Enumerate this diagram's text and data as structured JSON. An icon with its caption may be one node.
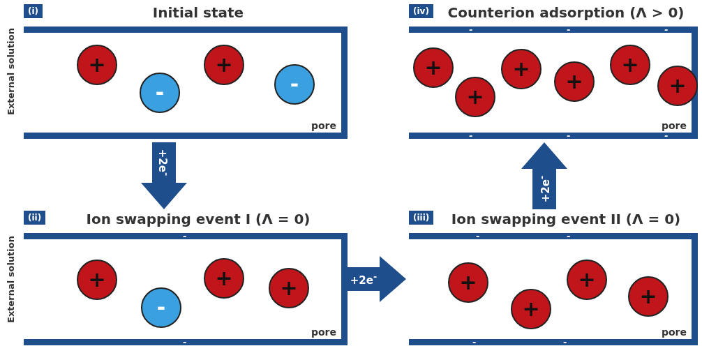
{
  "diagram": {
    "nodes": [
      {
        "text": [
          "(i)",
          "Initial state",
          "pore"
        ]
      },
      {
        "text": [
          "+"
        ],
        "in": 0
      },
      {
        "text": [
          "-"
        ],
        "in": 0
      },
      {
        "text": [
          "+"
        ],
        "in": 0
      },
      {
        "text": [
          "-"
        ],
        "in": 0
      },
      {
        "text": [
          "(ii)",
          "Ion swapping event I (Λ = 0)",
          "pore"
        ]
      },
      {
        "text": [
          "+"
        ],
        "in": 5
      },
      {
        "text": [
          "-"
        ],
        "in": 5
      },
      {
        "text": [
          "+"
        ],
        "in": 5
      },
      {
        "text": [
          "+"
        ],
        "in": 5
      },
      {
        "text": [
          "(iii)",
          "Ion swapping event II (Λ = 0)",
          "pore"
        ]
      },
      {
        "text": [
          "+"
        ],
        "in": 10
      },
      {
        "text": [
          "+"
        ],
        "in": 10
      },
      {
        "text": [
          "+"
        ],
        "in": 10
      },
      {
        "text": [
          "+"
        ],
        "in": 10
      },
      {
        "text": [
          "(iv)",
          "Counterion adsorption (Λ > 0)",
          "pore"
        ]
      },
      {
        "text": [
          "+"
        ],
        "in": 15
      },
      {
        "text": [
          "+"
        ],
        "in": 15
      },
      {
        "text": [
          "+"
        ],
        "in": 15
      },
      {
        "text": [
          "+"
        ],
        "in": 15
      },
      {
        "text": [
          "+"
        ],
        "in": 15
      },
      {
        "text": [
          "+"
        ],
        "in": 15
      }
    ],
    "edges": [
      {
        "from": 0,
        "to": 5,
        "arrow": "to",
        "label": "+2e$^{-}$"
      },
      {
        "from": 5,
        "to": 10,
        "arrow": "to",
        "label": "+2e$^{-}$"
      },
      {
        "from": 10,
        "to": 15,
        "arrow": "to",
        "label": "+2e$^{-}$"
      }
    ],
    "labels": [
      "External solution",
      "External solution",
      "-",
      "-",
      "-",
      "-",
      "-",
      "-",
      "-",
      "-",
      "-",
      "-",
      "-",
      "-"
    ]
  }
}
